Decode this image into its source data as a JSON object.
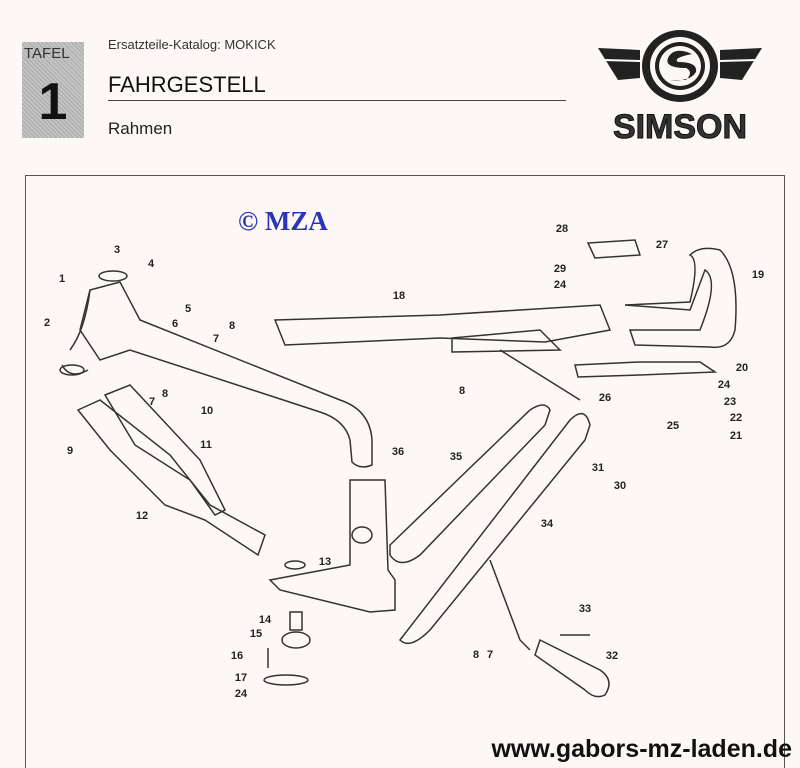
{
  "header": {
    "tafel_label": "TAFEL",
    "tafel_number": "1",
    "catalog": "Ersatzteile-Katalog: MOKICK",
    "title": "FAHRGESTELL",
    "subtitle": "Rahmen",
    "brand": "SIMSON"
  },
  "watermark": "© MZA",
  "callouts": [
    "1",
    "2",
    "3",
    "4",
    "5",
    "6",
    "7",
    "8",
    "7",
    "8",
    "9",
    "10",
    "11",
    "12",
    "13",
    "14",
    "15",
    "16",
    "17",
    "24",
    "18",
    "8",
    "36",
    "35",
    "34",
    "33",
    "32",
    "8",
    "7",
    "28",
    "27",
    "29",
    "24",
    "19",
    "20",
    "24",
    "26",
    "23",
    "22",
    "25",
    "21",
    "31",
    "30"
  ],
  "footer": {
    "url": "www.gabors-mz-laden.de"
  }
}
